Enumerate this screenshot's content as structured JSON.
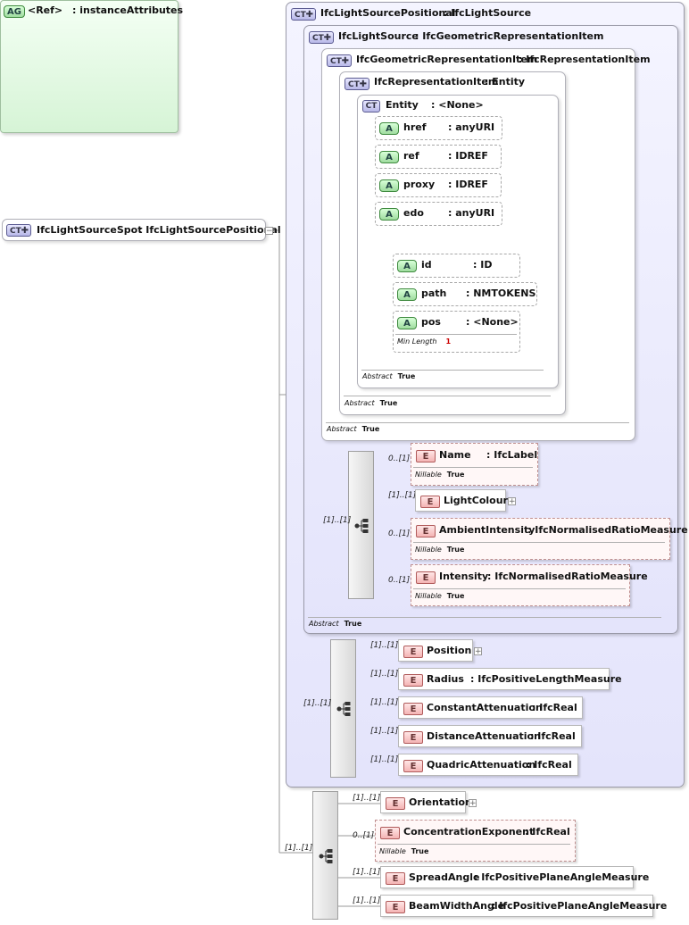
{
  "root": {
    "badge": "CT",
    "name": "IfcLightSourceSpot",
    "type": ": IfcLightSourcePositional"
  },
  "positional": {
    "badge": "CT",
    "name": "IfcLightSourcePositional",
    "type": ": IfcLightSource"
  },
  "lightsource": {
    "badge": "CT",
    "name": "IfcLightSource",
    "type": ": IfcGeometricRepresentationItem",
    "abstract_label": "Abstract",
    "abstract_value": "True"
  },
  "geomrep": {
    "badge": "CT",
    "name": "IfcGeometricRepresentationItem",
    "type": ": IfcRepresentationItem",
    "abstract_label": "Abstract",
    "abstract_value": "True"
  },
  "repitem": {
    "badge": "CT",
    "name": "IfcRepresentationItem",
    "type": ": Entity",
    "abstract_label": "Abstract",
    "abstract_value": "True"
  },
  "entity": {
    "badge": "CT",
    "name": "Entity",
    "type": ": <None>",
    "abstract_label": "Abstract",
    "abstract_value": "True",
    "attributes": [
      {
        "badge": "A",
        "name": "href",
        "type": ": anyURI"
      },
      {
        "badge": "A",
        "name": "ref",
        "type": ": IDREF"
      },
      {
        "badge": "A",
        "name": "proxy",
        "type": ": IDREF"
      },
      {
        "badge": "A",
        "name": "edo",
        "type": ": anyURI"
      }
    ]
  },
  "ref_group": {
    "badge": "AG",
    "name": "<Ref>",
    "type": ": instanceAttributes",
    "attributes": [
      {
        "badge": "A",
        "name": "id",
        "type": ": ID"
      },
      {
        "badge": "A",
        "name": "path",
        "type": ": NMTOKENS"
      },
      {
        "badge": "A",
        "name": "pos",
        "type": ": <None>",
        "min_length_label": "Min Length",
        "min_length_value": "1"
      }
    ]
  },
  "lightsource_seq": {
    "mult": "[1]..[1]",
    "elements": [
      {
        "badge": "E",
        "name": "Name",
        "type": ": IfcLabel",
        "mult": "0..[1]",
        "nillable_label": "Nillable",
        "nillable_value": "True"
      },
      {
        "badge": "E",
        "name": "LightColour",
        "type": "",
        "mult": "[1]..[1]"
      },
      {
        "badge": "E",
        "name": "AmbientIntensity",
        "type": ": IfcNormalisedRatioMeasure",
        "mult": "0..[1]",
        "nillable_label": "Nillable",
        "nillable_value": "True"
      },
      {
        "badge": "E",
        "name": "Intensity",
        "type": ": IfcNormalisedRatioMeasure",
        "mult": "0..[1]",
        "nillable_label": "Nillable",
        "nillable_value": "True"
      }
    ]
  },
  "positional_seq": {
    "mult": "[1]..[1]",
    "elements": [
      {
        "badge": "E",
        "name": "Position",
        "type": "",
        "mult": "[1]..[1]"
      },
      {
        "badge": "E",
        "name": "Radius",
        "type": ": IfcPositiveLengthMeasure",
        "mult": "[1]..[1]"
      },
      {
        "badge": "E",
        "name": "ConstantAttenuation",
        "type": ": IfcReal",
        "mult": "[1]..[1]"
      },
      {
        "badge": "E",
        "name": "DistanceAttenuation",
        "type": ": IfcReal",
        "mult": "[1]..[1]"
      },
      {
        "badge": "E",
        "name": "QuadricAttenuation",
        "type": ": IfcReal",
        "mult": "[1]..[1]"
      }
    ]
  },
  "spot_seq": {
    "mult": "[1]..[1]",
    "elements": [
      {
        "badge": "E",
        "name": "Orientation",
        "type": "",
        "mult": "[1]..[1]"
      },
      {
        "badge": "E",
        "name": "ConcentrationExponent",
        "type": ": IfcReal",
        "mult": "0..[1]",
        "nillable_label": "Nillable",
        "nillable_value": "True"
      },
      {
        "badge": "E",
        "name": "SpreadAngle",
        "type": ": IfcPositivePlaneAngleMeasure",
        "mult": "[1]..[1]"
      },
      {
        "badge": "E",
        "name": "BeamWidthAngle",
        "type": ": IfcPositivePlaneAngleMeasure",
        "mult": "[1]..[1]"
      }
    ]
  },
  "colors": {
    "ct_fill": "#e4e4fb",
    "attr_fill": "#d6f4d6",
    "element_badge": "#f4b4b4",
    "min_length_value": "#cc0000"
  }
}
